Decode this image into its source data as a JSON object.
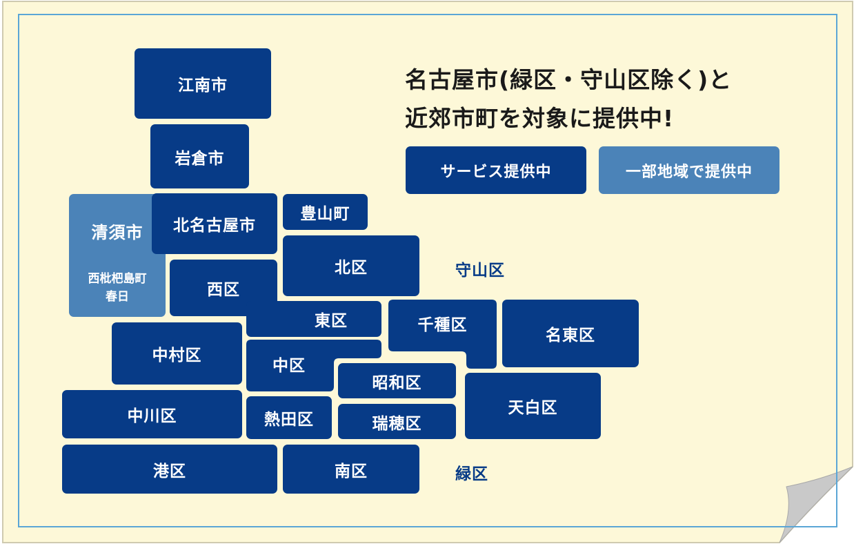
{
  "headline": {
    "line1": "名古屋市(緑区・守山区除く)と",
    "line2": "近郊市町を対象に提供中!"
  },
  "legend": {
    "full": "サービス提供中",
    "partial": "一部地域で提供中"
  },
  "colors": {
    "paper": "#fdf8d8",
    "full_service": "#073b87",
    "partial_service": "#4b83b8",
    "border": "#5aa6d6"
  },
  "areas": {
    "konan": "江南市",
    "iwakura": "岩倉市",
    "kiyosu": "清須市",
    "kiyosu_sub_1": "西枇杷島町",
    "kiyosu_sub_2": "春日",
    "kitanagoya": "北名古屋市",
    "toyoyama": "豊山町",
    "kita": "北区",
    "nishi": "西区",
    "higashi": "東区",
    "chikusa": "千種区",
    "meito": "名東区",
    "nakamura": "中村区",
    "naka": "中区",
    "showa": "昭和区",
    "tempaku": "天白区",
    "nakagawa": "中川区",
    "atsuta": "熱田区",
    "mizuho": "瑞穂区",
    "minato": "港区",
    "minami": "南区",
    "moriyama": "守山区",
    "midori": "緑区"
  }
}
